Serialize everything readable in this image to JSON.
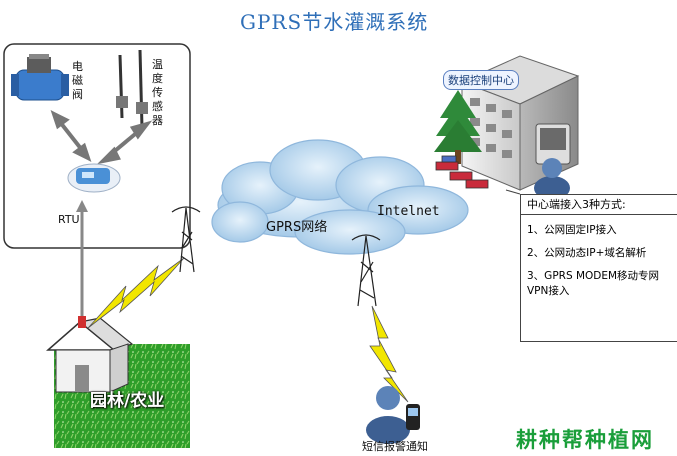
{
  "title": {
    "latin": "GPRS",
    "cn": "节水灌溉系统"
  },
  "labels": {
    "solenoid_valve": "电磁阀",
    "temp_sensor": "温度传感器",
    "rtu": "RTU",
    "gprs_network": "GPRS网络",
    "internet": "Intelnet",
    "data_center": "数据控制中心",
    "garden_agriculture": "园林/农业",
    "sms_alarm": "短信报警通知",
    "watermark": "耕种帮种植网"
  },
  "access_methods": {
    "header": "中心端接入3种方式:",
    "items": [
      "1、公网固定IP接入",
      "2、公网动态IP+域名解析",
      "3、GPRS MODEM移动专网VPN接入"
    ]
  },
  "colors": {
    "title": "#2f6fb8",
    "cloud": "#bcd8ee",
    "lightning": "#f2e600",
    "grass": "#2e9e2a",
    "watermark": "#1a9e3a"
  },
  "icons": [
    "solenoid-valve-icon",
    "temperature-sensor-icon",
    "rtu-device-icon",
    "antenna-tower-icon",
    "house-icon",
    "server-building-icon",
    "tree-icon",
    "router-icon",
    "operator-icon",
    "phone-user-icon"
  ]
}
